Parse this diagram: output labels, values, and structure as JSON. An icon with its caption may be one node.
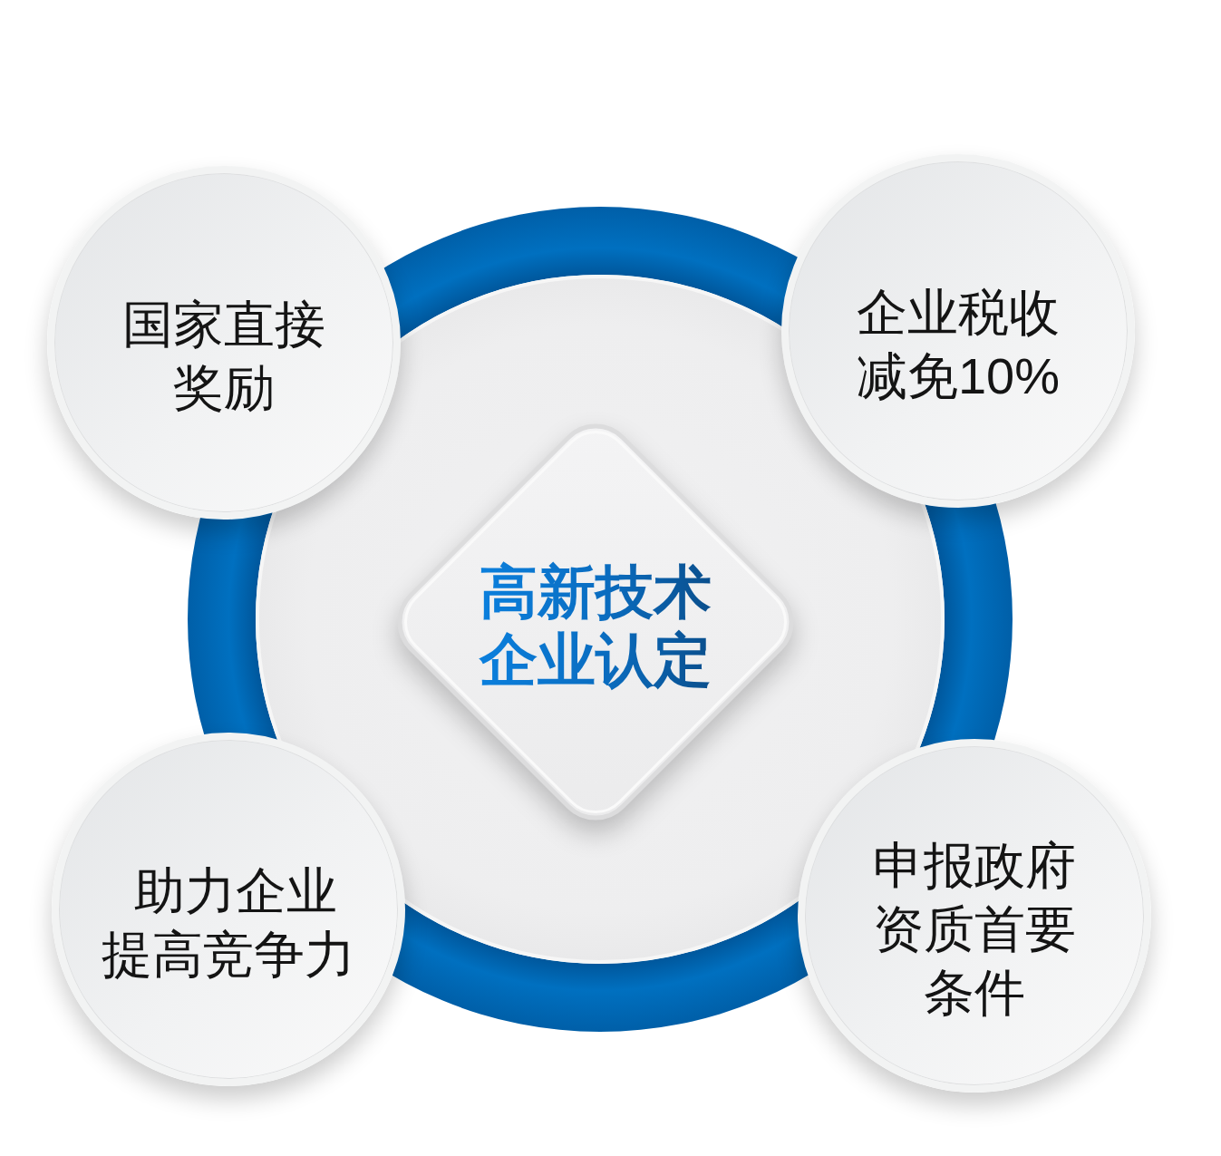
{
  "diagram": {
    "nodes": [
      {
        "text": [
          "国家直接奖励"
        ]
      },
      {
        "text": [
          "企业税收减免10%"
        ]
      },
      {
        "text": [
          "高新技术企业认定"
        ]
      },
      {
        "text": [
          "助力企业提高竞争力"
        ]
      },
      {
        "text": [
          "申报政府资质首要条件"
        ]
      }
    ]
  }
}
